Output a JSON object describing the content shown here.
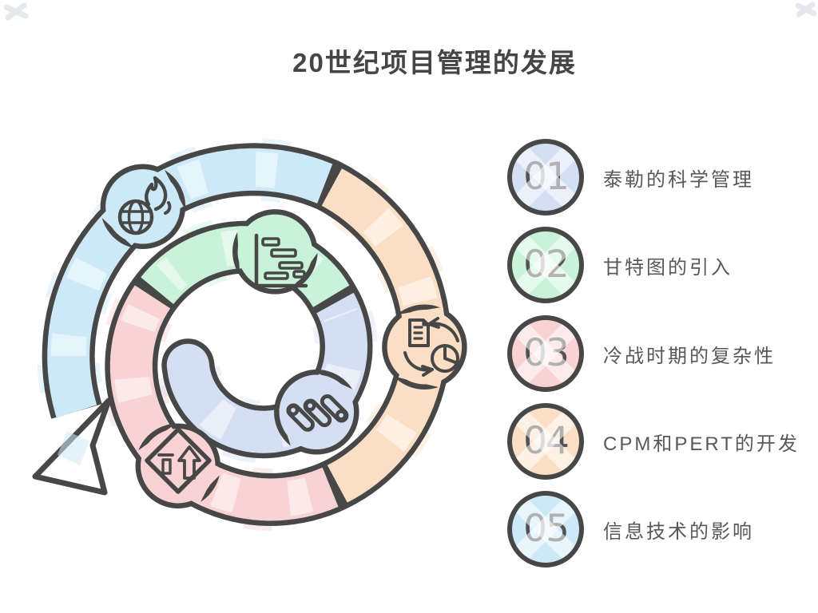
{
  "title": "20世纪项目管理的发展",
  "palette": {
    "outline": "#474747",
    "background": "#ffffff",
    "title_color": "#454545",
    "label_color": "#585858",
    "number_color": "#525252"
  },
  "steps": [
    {
      "number": "01",
      "label": "泰勒的科学管理",
      "color": "#d5dff4",
      "icon": "sliders-icon"
    },
    {
      "number": "02",
      "label": "甘特图的引入",
      "color": "#c8f3d9",
      "icon": "gantt-chart-icon"
    },
    {
      "number": "03",
      "label": "冷战时期的复杂性",
      "color": "#f9d3d3",
      "icon": "road-sign-growth-icon"
    },
    {
      "number": "04",
      "label": "CPM和PERT的开发",
      "color": "#fbdfc5",
      "icon": "document-chart-cycle-icon"
    },
    {
      "number": "05",
      "label": "信息技术的影响",
      "color": "#cde9f8",
      "icon": "globe-flame-icon"
    }
  ]
}
